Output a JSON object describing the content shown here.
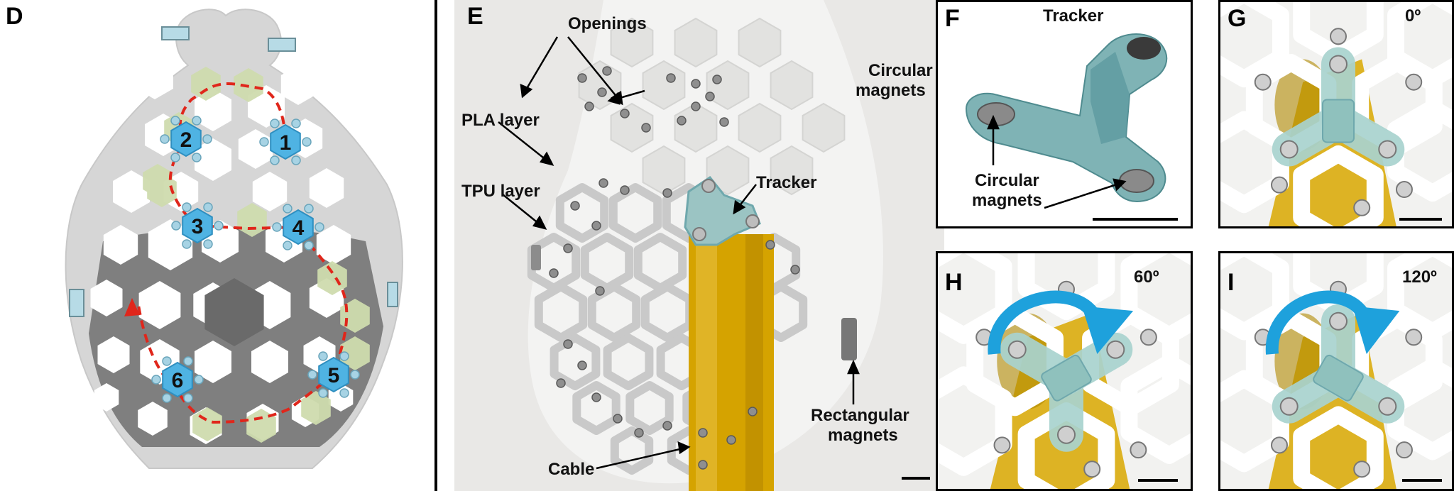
{
  "panels": {
    "d": {
      "letter": "D",
      "nodes": [
        "1",
        "2",
        "3",
        "4",
        "5",
        "6"
      ]
    },
    "e": {
      "letter": "E",
      "labels": {
        "openings": "Openings",
        "circular_magnets_line1": "Circular",
        "circular_magnets_line2": "magnets",
        "pla_layer": "PLA layer",
        "tpu_layer": "TPU layer",
        "tracker": "Tracker",
        "rectangular_line1": "Rectangular",
        "rectangular_line2": "magnets",
        "cable": "Cable"
      }
    },
    "f": {
      "letter": "F",
      "tracker": "Tracker",
      "magnets_line1": "Circular",
      "magnets_line2": "magnets"
    },
    "g": {
      "letter": "G",
      "angle": "0º"
    },
    "h": {
      "letter": "H",
      "angle": "60º"
    },
    "i": {
      "letter": "I",
      "angle": "120º"
    }
  },
  "colors": {
    "node_blue": "#4fb3e3",
    "hex_green": "#cfdcae",
    "path_red": "#e0261b",
    "tpu_grey": "#7d7d7d",
    "cable_yellow": "#d9a800",
    "tracker_teal": "#6fa8ad",
    "arrow_blue": "#1ea1dc"
  }
}
